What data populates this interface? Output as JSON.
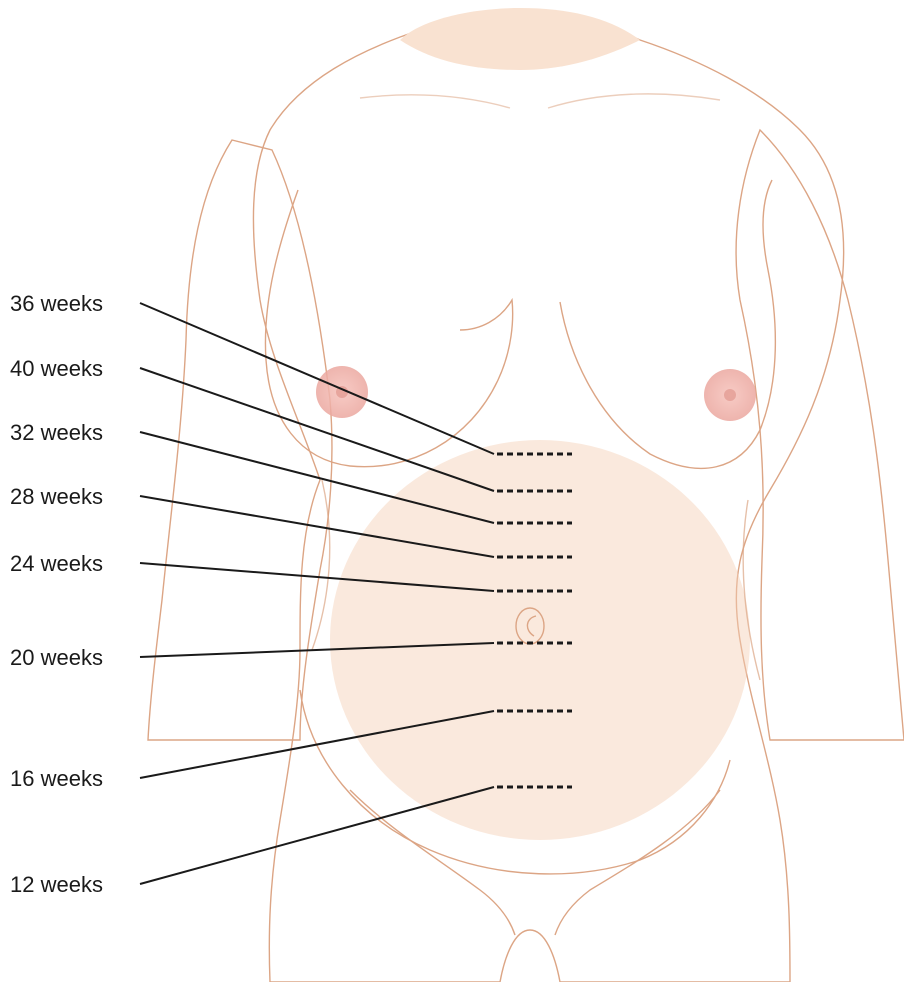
{
  "fundal_heights": [
    {
      "label": "36 weeks"
    },
    {
      "label": "40 weeks"
    },
    {
      "label": "32 weeks"
    },
    {
      "label": "28 weeks"
    },
    {
      "label": "24 weeks"
    },
    {
      "label": "20 weeks"
    },
    {
      "label": "16 weeks"
    },
    {
      "label": "12 weeks"
    }
  ],
  "colors": {
    "skin": "#f7d9c2",
    "skin_shadow": "#eec2a4",
    "outline": "#dca585",
    "areola": "#eeaaa2",
    "text": "#1a1a1a"
  }
}
